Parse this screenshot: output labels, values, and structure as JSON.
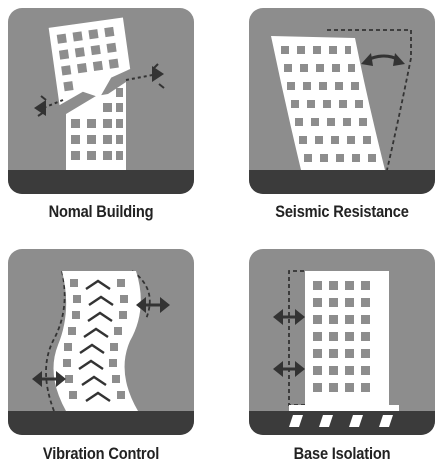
{
  "tiles": [
    {
      "id": "normal",
      "caption": "Nomal Building"
    },
    {
      "id": "seismic",
      "caption": "Seismic Resistance"
    },
    {
      "id": "vibration",
      "caption": "Vibration Control"
    },
    {
      "id": "base",
      "caption": "Base Isolation"
    }
  ],
  "colors": {
    "tile_background": "#8d8d8d",
    "ground": "#3b3b3b",
    "building": "#ffffff",
    "window": "#8d8d8d",
    "arrow": "#333333",
    "caption_text": "#222222",
    "page_background": "#ffffff"
  },
  "icons": [
    "collapsed-building-icon",
    "swaying-building-icon",
    "damped-building-icon",
    "isolated-building-icon"
  ]
}
